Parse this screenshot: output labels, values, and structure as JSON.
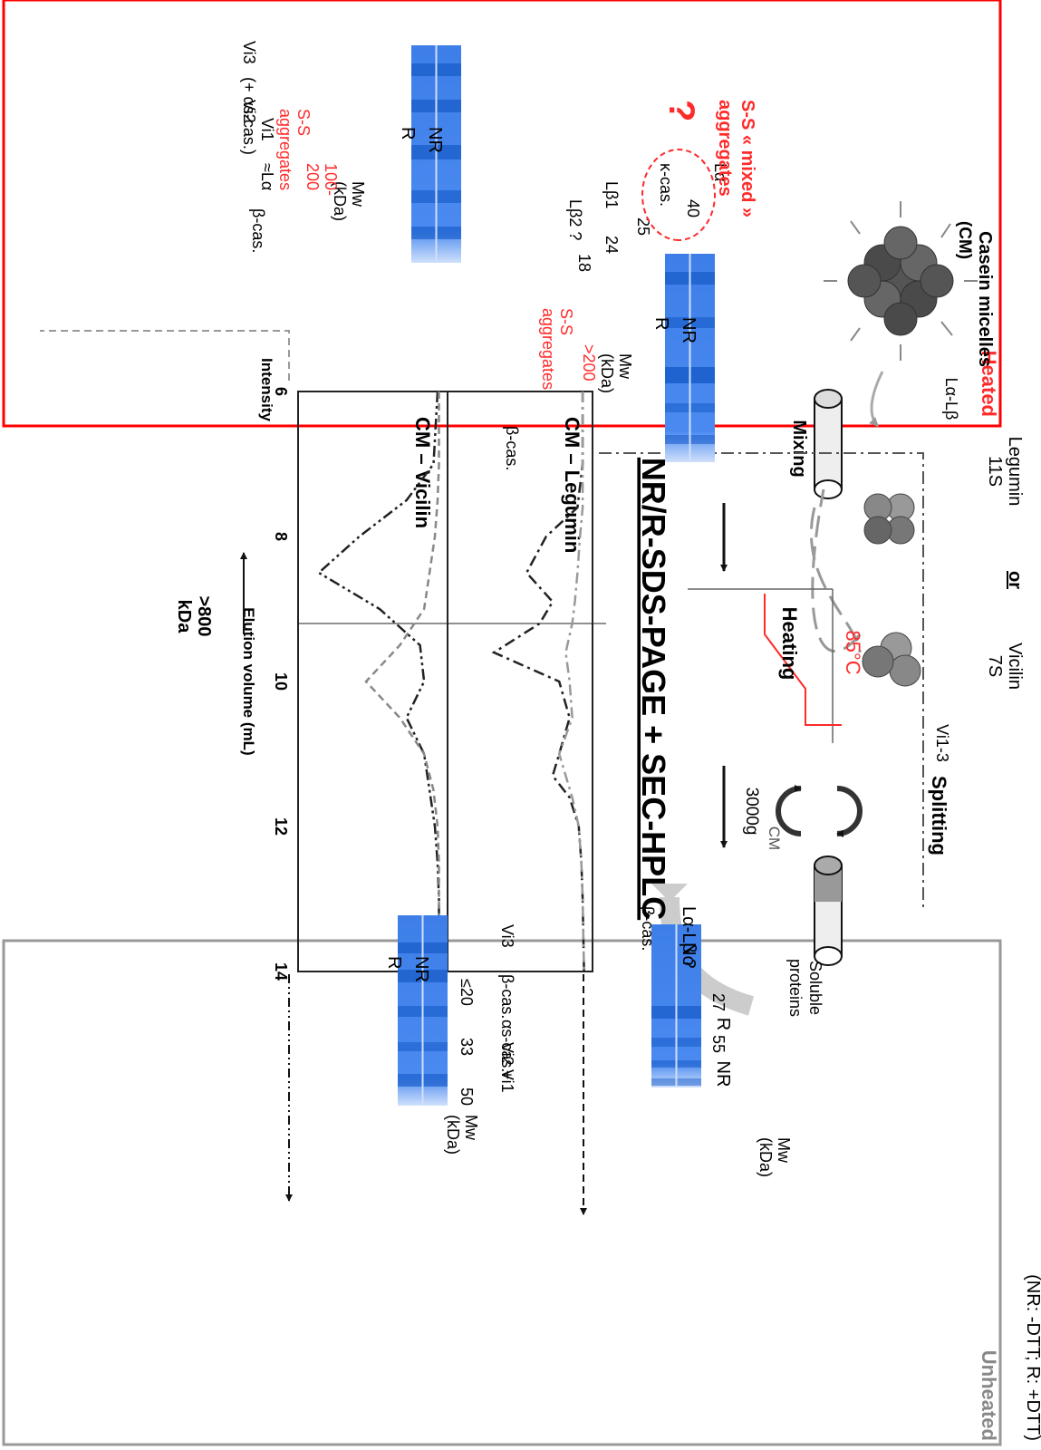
{
  "colors": {
    "accent": "#ff2a2a",
    "frame_unheated": "#999999",
    "gel_blue": "#3d7ee8",
    "band_blue": "#1b5fcc",
    "arrow_gray": "#bbbbbb"
  },
  "labels": {
    "note": "(NR: -DTT; R: +DTT)",
    "unheated": "Unheated",
    "heated": "Heated",
    "technique": "NR/R-SDS-PAGE + SEC-HPLC",
    "casein_micelles": "Casein micelles",
    "cm_abbrev": "(CM)",
    "legumin": "Legumin",
    "legumin_s": "11S",
    "or": "or",
    "vicilin": "Vicilin",
    "vicilin_s": "7S",
    "la_lb": "Lα-Lβ",
    "vi13": "Vi1-3",
    "mixing": "Mixing",
    "heating": "Heating",
    "temp": "85°C",
    "splitting": "Splitting",
    "g_force": "3000g",
    "cm_pellet": "CM",
    "soluble_1": "Soluble",
    "soluble_2": "proteins"
  },
  "gels": {
    "nr": "NR",
    "r": "R",
    "mw": "Mw",
    "kda": "(kDa)",
    "u_leg": {
      "m55": "55",
      "m27": "27",
      "no": "No",
      "lalb_q": "Lα-Lβ ?",
      "bcas": "β-cas."
    },
    "u_vic": {
      "m50": "50",
      "m33": "33",
      "m20": "≤20",
      "vi1": "Vi1",
      "vi2": "Vi2 +",
      "as_cas": "αs-cas.",
      "bcas": "β-cas.",
      "vi3": "Vi3"
    },
    "h_leg": {
      "m200": ">200",
      "ss": "S-S",
      "agg": "aggregates",
      "bcas": "β-cas.",
      "m40": "40",
      "m25": "25",
      "m24": "24",
      "m18": "18",
      "la": "Lα",
      "kcas": "κ-cas.",
      "lb1": "Lβ1",
      "lb2": "Lβ2 ?",
      "mixed1": "S-S « mixed »",
      "mixed2": "aggregates",
      "q": "?"
    },
    "h_vic": {
      "m100": "100-",
      "m200": "200",
      "ss": "S-S",
      "agg": "aggregates",
      "bcas": "β-cas.",
      "vi1": "Vi1",
      "la": "≈Lα",
      "vi2": "Vi2",
      "as_cas": "(+ αs-cas.)",
      "vi3": "Vi3"
    }
  },
  "chart": {
    "xlabel": "Elution volume (mL)",
    "ylabel": "Intensity",
    "ticks": [
      "6",
      "8",
      "10",
      "12",
      "14"
    ],
    "panel_top": "CM – Legumin",
    "panel_bottom": "CM – Vicilin",
    "big_1": ">800",
    "big_2": "kDa"
  },
  "chart_data": {
    "type": "line",
    "xlabel": "Elution volume (mL)",
    "ylabel": "Intensity",
    "xlim": [
      6,
      14
    ],
    "x_ticks": [
      6,
      8,
      10,
      12,
      14
    ],
    "vline": 9.2,
    "panels": [
      {
        "title": "CM – Legumin",
        "x": [
          6,
          7,
          7.6,
          8,
          8.5,
          8.9,
          9.2,
          9.6,
          10,
          10.5,
          11,
          11.3,
          11.6,
          12,
          12.5,
          13,
          14
        ],
        "series": [
          {
            "style": "dash-dot",
            "color": "#222222",
            "values": [
              0.02,
              0.02,
              0.06,
              0.3,
              0.45,
              0.25,
              0.35,
              0.7,
              0.2,
              0.12,
              0.2,
              0.25,
              0.12,
              0.05,
              0.03,
              0.02,
              0.01
            ]
          },
          {
            "style": "dash-dot",
            "color": "#999999",
            "values": [
              0.02,
              0.02,
              0.02,
              0.04,
              0.06,
              0.08,
              0.1,
              0.15,
              0.12,
              0.1,
              0.2,
              0.15,
              0.1,
              0.05,
              0.03,
              0.02,
              0.01
            ]
          }
        ]
      },
      {
        "title": "CM – Vicilin",
        "x": [
          6,
          7,
          7.5,
          8,
          8.5,
          9,
          9.5,
          10,
          10.5,
          11,
          11.5,
          12,
          12.5,
          13,
          14
        ],
        "series": [
          {
            "style": "dash-dot-dot",
            "color": "#222222",
            "values": [
              0.02,
              0.05,
              0.25,
              0.6,
              0.9,
              0.45,
              0.15,
              0.12,
              0.25,
              0.12,
              0.08,
              0.04,
              0.02,
              0.01,
              0.01
            ]
          },
          {
            "style": "dashed",
            "color": "#888888",
            "values": [
              0.01,
              0.01,
              0.02,
              0.04,
              0.08,
              0.12,
              0.3,
              0.55,
              0.3,
              0.12,
              0.05,
              0.02,
              0.01,
              0.01,
              0.01
            ]
          }
        ]
      }
    ]
  }
}
